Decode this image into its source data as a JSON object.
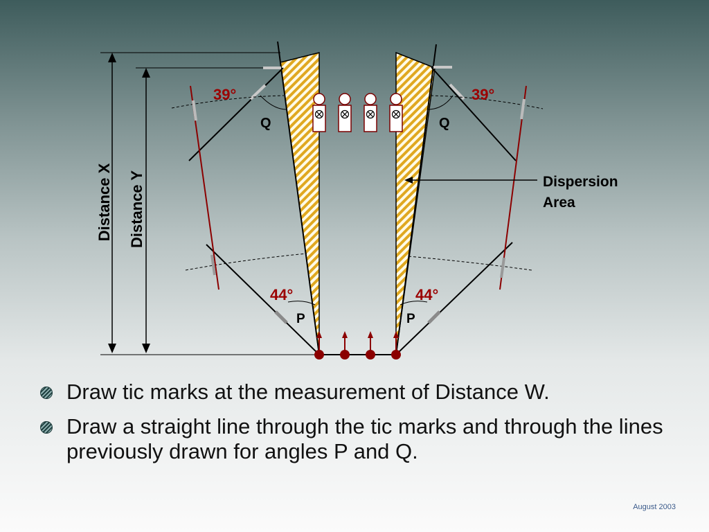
{
  "diagram": {
    "distance_x_label": "Distance X",
    "distance_y_label": "Distance Y",
    "angle_q_value": "39°",
    "angle_p_value": "44°",
    "angle_q_label": "Q",
    "angle_p_label": "P",
    "dispersion_label_line1": "Dispersion",
    "dispersion_label_line2": "Area",
    "colors": {
      "angle_text": "#9b0000",
      "dark_red": "#8b0000",
      "hatch": "#e0a820",
      "line": "#000000"
    }
  },
  "bullets": [
    "Draw tic marks at the measurement of Distance W.",
    "Draw a straight line through the tic marks and through the lines previously drawn for angles P and Q."
  ],
  "footer": {
    "date": "August 2003"
  }
}
